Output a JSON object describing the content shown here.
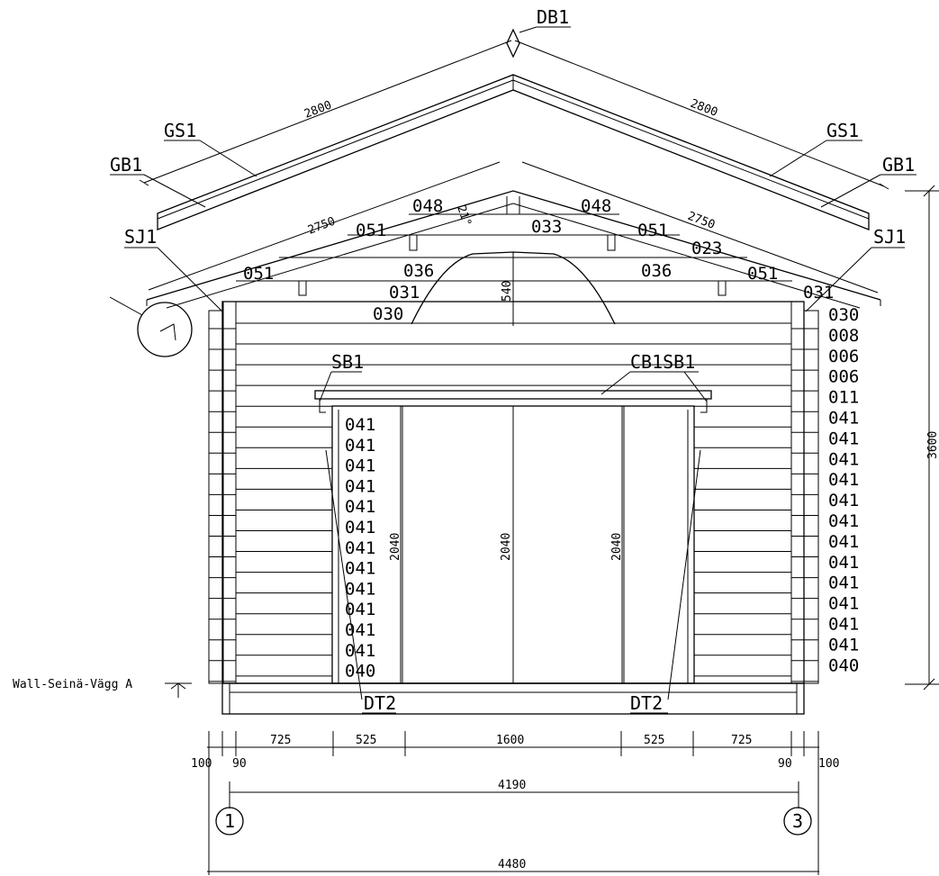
{
  "labels": {
    "db1": "DB1",
    "gs1_left": "GS1",
    "gs1_right": "GS1",
    "gb1_left": "GB1",
    "gb1_right": "GB1",
    "sj1_left": "SJ1",
    "sj1_right": "SJ1",
    "sb1": "SB1",
    "cb1sb1": "CB1SB1",
    "dt2_left": "DT2",
    "dt2_right": "DT2",
    "wall": "Wall-Seinä-Vägg A"
  },
  "roof_codes": {
    "c048_left": "048",
    "c048_right": "048",
    "c033": "033",
    "c051_a": "051",
    "c051_b": "051",
    "c051_c": "051",
    "c051_d": "051",
    "c023": "023",
    "c036_left": "036",
    "c036_right": "036",
    "c031_left": "031",
    "c031_right": "031",
    "c030_left": "030",
    "angle": "21°"
  },
  "right_codes": [
    "030",
    "008",
    "006",
    "006",
    "011",
    "041",
    "041",
    "041",
    "041",
    "041",
    "041",
    "041",
    "041",
    "041",
    "041",
    "041",
    "041",
    "040"
  ],
  "left_codes": [
    "041",
    "041",
    "041",
    "041",
    "041",
    "041",
    "041",
    "041",
    "041",
    "041",
    "041",
    "041",
    "040"
  ],
  "dims": {
    "roof_left": "2800",
    "roof_right": "2800",
    "rafter_left": "2750",
    "rafter_right": "2750",
    "gable_height": "540",
    "door_left": "2040",
    "door_center": "2040",
    "door_right": "2040",
    "total_height": "3600",
    "seg1": "725",
    "seg2": "525",
    "seg3": "1600",
    "seg4": "525",
    "seg5": "725",
    "left_100": "100",
    "left_90": "90",
    "right_90": "90",
    "right_100": "100",
    "axis_span": "4190",
    "overall": "4480"
  },
  "axes": {
    "a1": "1",
    "a3": "3"
  }
}
